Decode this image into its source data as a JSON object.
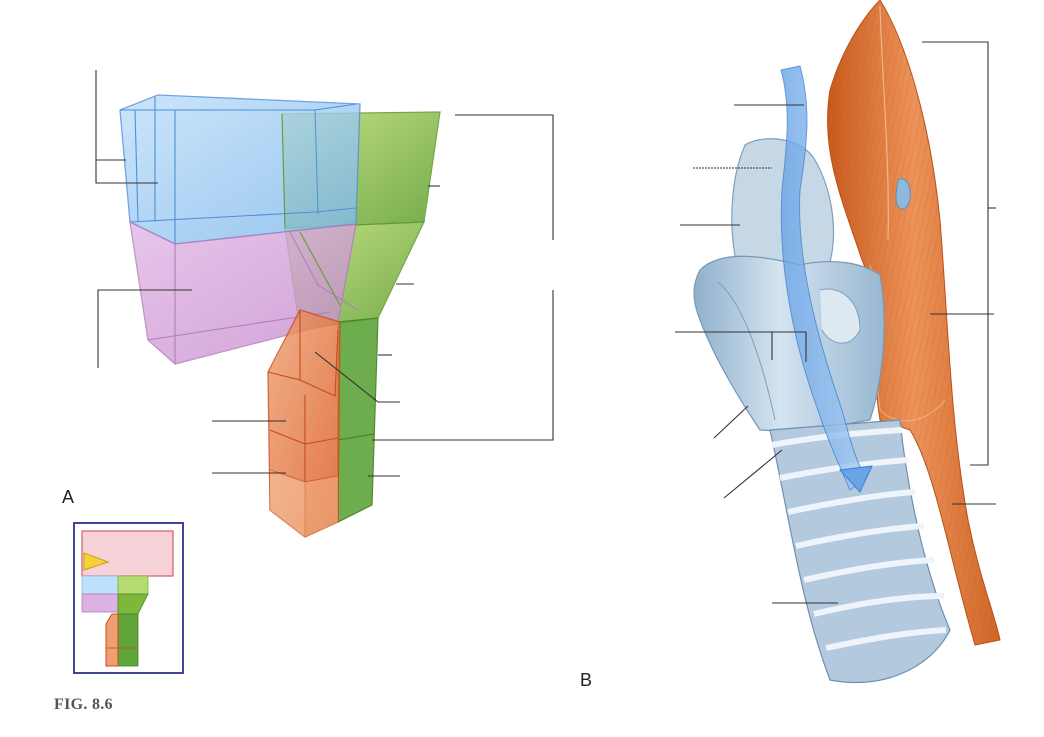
{
  "figure": {
    "caption": "FIG. 8.6",
    "panels": [
      {
        "id": "A",
        "label": "A"
      },
      {
        "id": "B",
        "label": "B"
      }
    ]
  },
  "colors": {
    "blue": "#8fc3f0",
    "green": "#7db83a",
    "violet": "#c98fd0",
    "orange": "#e8742f",
    "muscle": "#e07a36",
    "cartilage": "#b5cde0",
    "inset_border": "#2b2f8f",
    "leader": "#333333"
  }
}
